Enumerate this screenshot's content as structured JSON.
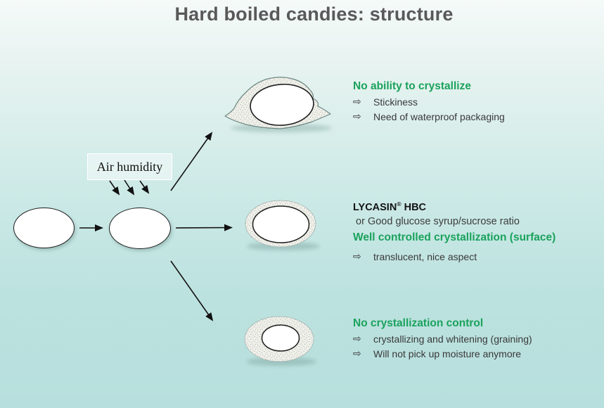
{
  "title": "Hard boiled candies: structure",
  "air_humidity_label": "Air humidity",
  "glyphs": {
    "bullet_arrow": "⇨"
  },
  "colors": {
    "accent_green": "#1aa25c",
    "title_gray": "#595959",
    "background_top": "#f5faf9",
    "background_bottom": "#b7dfdd"
  },
  "sections": {
    "no_crystallize": {
      "heading": "No ability to crystallize",
      "bullets": [
        "Stickiness",
        "Need of waterproof packaging"
      ]
    },
    "controlled": {
      "brand": "LYCASIN",
      "brand_mark": "®",
      "brand_suffix": " HBC",
      "alt_line": " or Good glucose syrup/sucrose ratio",
      "heading": "Well controlled crystallization (surface)",
      "bullets": [
        "translucent, nice aspect"
      ]
    },
    "no_control": {
      "heading": "No crystallization control",
      "bullets": [
        "crystallizing and whitening (graining)",
        "Will not pick up moisture anymore"
      ]
    }
  }
}
